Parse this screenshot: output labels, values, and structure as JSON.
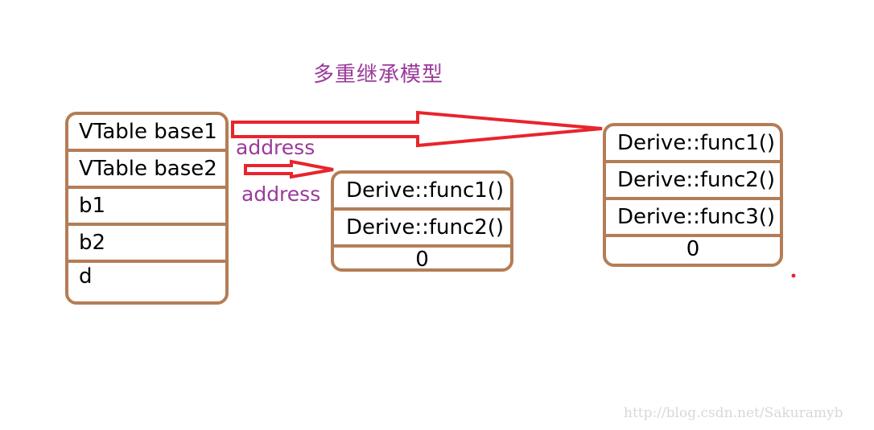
{
  "title": "多重继承模型",
  "object_layout": {
    "rows": [
      "VTable base1",
      "VTable base2",
      "b1",
      "b2",
      "d"
    ]
  },
  "vtable_base2": {
    "rows": [
      "Derive::func1()",
      "Derive::func2()",
      "0"
    ]
  },
  "vtable_base1": {
    "rows": [
      "Derive::func1()",
      "Derive::func2()",
      "Derive::func3()",
      "0"
    ]
  },
  "labels": {
    "address_1": "address",
    "address_2": "address"
  },
  "watermark": "http://blog.csdn.net/Sakuramyb",
  "colors": {
    "box_border": "#b47d55",
    "arrow": "#e8242c",
    "label_text": "#9b3a9b"
  }
}
